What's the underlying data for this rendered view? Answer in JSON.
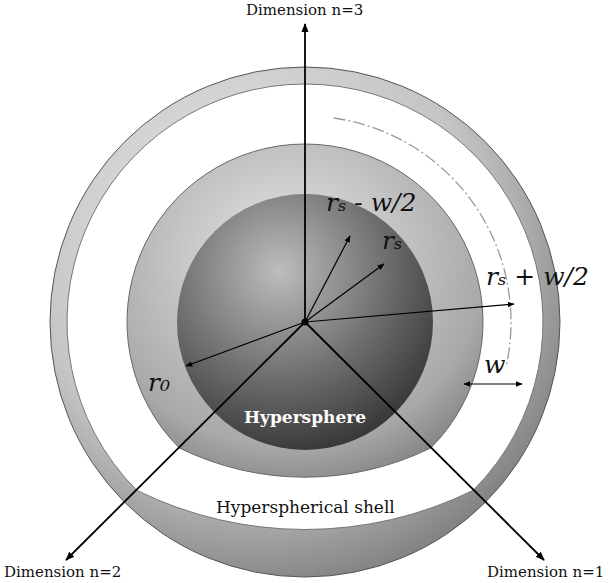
{
  "diagram": {
    "nodes": [
      {
        "text": [
          "Hyperspherical shell"
        ]
      },
      {
        "text": [
          "Hypersphere"
        ],
        "in": 0
      }
    ],
    "labels": [
      "Dimension n=3",
      "rₛ - w/2",
      "rₛ",
      "rₛ + w/2",
      "r₀",
      "w",
      "Dimension n=2",
      "Dimension n=1"
    ]
  }
}
